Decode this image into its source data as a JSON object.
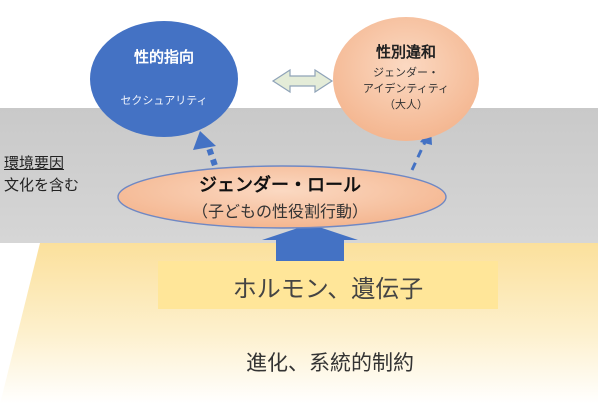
{
  "environment": {
    "label_line1": "環境要因",
    "label_line2": "文化を含む"
  },
  "sexual_orientation": {
    "title": "性的指向",
    "subtitle": "セクシュアリティ"
  },
  "gender_identity": {
    "title": "性別違和",
    "line1": "ジェンダー・",
    "line2": "アイデンティティ",
    "line3": "（大人）"
  },
  "gender_role": {
    "title": "ジェンダー・ロール",
    "subtitle": "（子どもの性役割行動）"
  },
  "biology": {
    "label": "ホルモン、遺伝子"
  },
  "evolution": {
    "label": "進化、系統的制約"
  },
  "colors": {
    "blue_circle": "#4472c4",
    "orange_circle": "#f8cbad",
    "environment_band": "#cfcfcf",
    "hormone_box": "#ffe699",
    "base_gradient_top": "#fbe3a6",
    "arrow_blue": "#4472c4"
  }
}
